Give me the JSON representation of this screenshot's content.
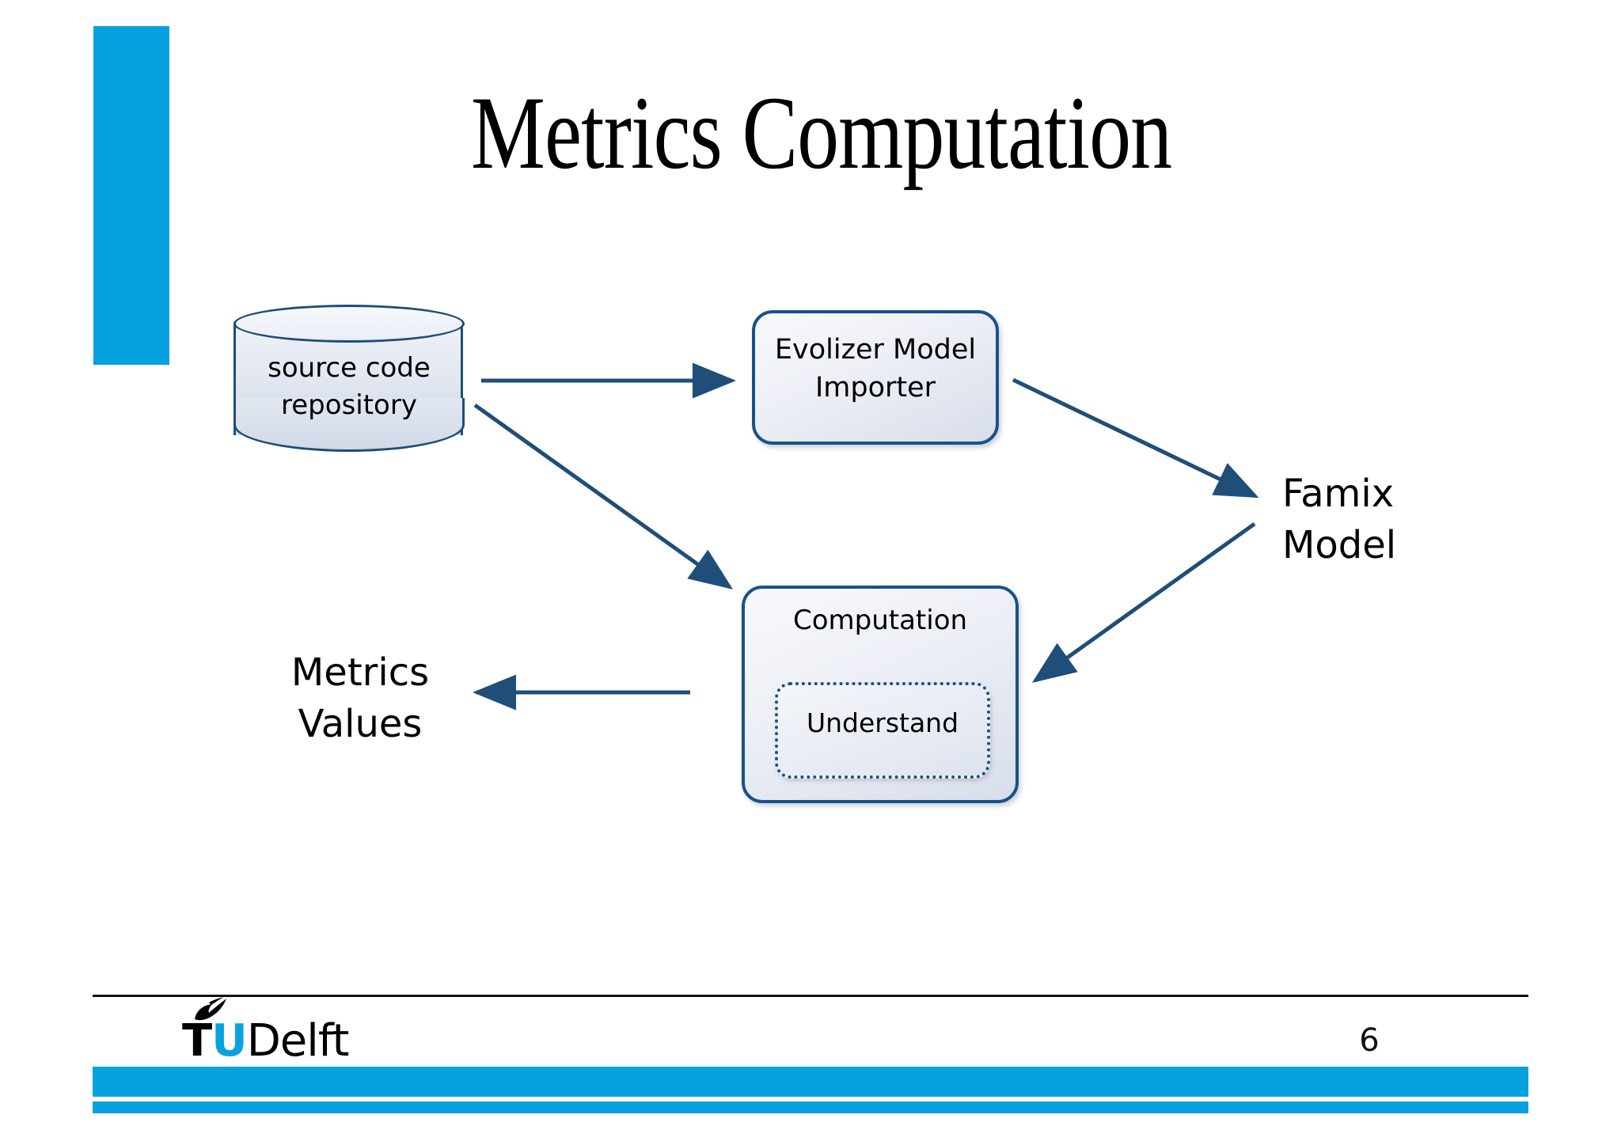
{
  "slide": {
    "title": "Metrics Computation",
    "page_number": "6",
    "accent_color": "#06A1DF",
    "shape_border_color": "#17538A",
    "arrow_color": "#1F4E79"
  },
  "diagram": {
    "nodes": {
      "repository": {
        "line1": "source  code",
        "line2": "repository",
        "shape": "cylinder"
      },
      "evolizer": {
        "line1": "Evolizer Model",
        "line2": "Importer",
        "shape": "rounded-rect"
      },
      "computation": {
        "label": "Computation",
        "shape": "rounded-rect"
      },
      "understand": {
        "label": "Understand",
        "shape": "dotted-rounded-rect"
      },
      "famix": {
        "line1": "Famix",
        "line2": "Model",
        "shape": "text"
      },
      "metrics": {
        "line1": "Metrics",
        "line2": "Values",
        "shape": "text"
      }
    },
    "edges": [
      {
        "from": "repository",
        "to": "evolizer",
        "style": "straight-arrow"
      },
      {
        "from": "repository",
        "to": "computation",
        "style": "diagonal-arrow"
      },
      {
        "from": "evolizer",
        "to": "famix",
        "style": "diagonal-arrow"
      },
      {
        "from": "famix",
        "to": "computation",
        "style": "diagonal-arrow"
      },
      {
        "from": "computation",
        "to": "metrics",
        "style": "straight-arrow"
      }
    ]
  },
  "footer": {
    "logo_t": "T",
    "logo_u": "U",
    "logo_delft": "Delft"
  }
}
